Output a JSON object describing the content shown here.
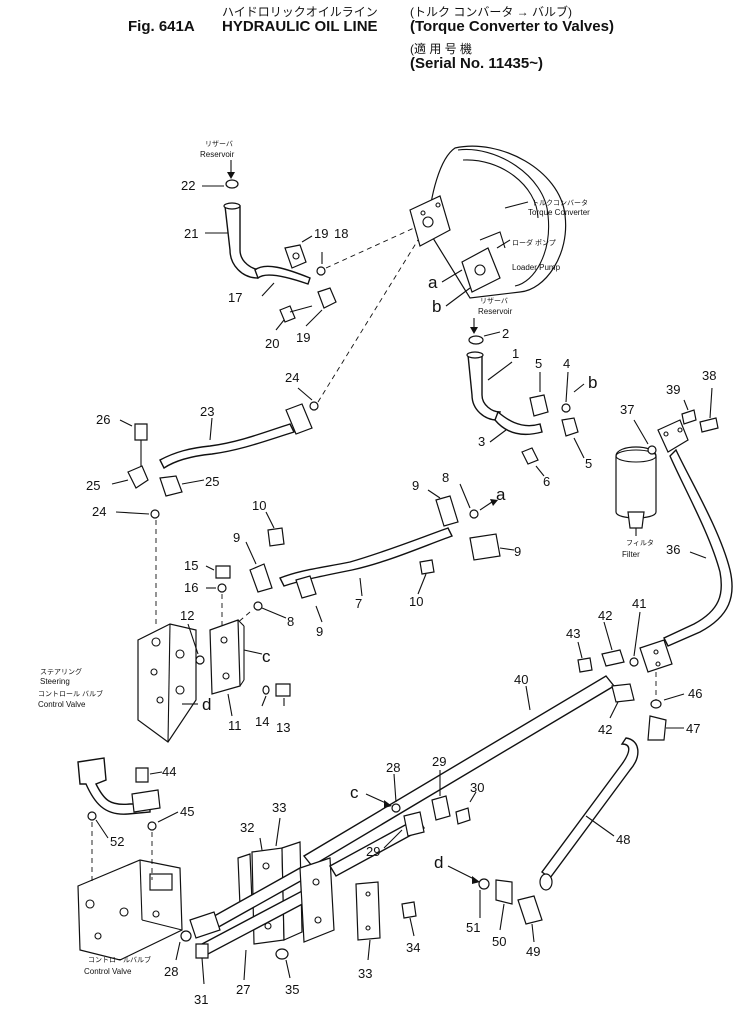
{
  "header": {
    "fig_label": "Fig. 641A",
    "title": "HYDRAULIC OIL LINE",
    "title_jp": "ハイドロリックオイルライン",
    "subtitle_jp": "(トルク コンバータ → バルブ)",
    "subtitle_en": "(Torque Converter to Valves)",
    "serial_jp": "(適 用 号 機",
    "serial_en": "(Serial No. 11435~)"
  },
  "labels": {
    "reservoir_top_jp": "リザーバ",
    "reservoir_top_en": "Reservoir",
    "torque_converter_jp": "トルクコンバータ",
    "torque_converter_en": "Torque Converter",
    "loader_pump_jp": "ローダ ポンプ",
    "loader_pump_en": "Loader Pump",
    "reservoir_mid_jp": "リザーバ",
    "reservoir_mid_en": "Reservoir",
    "filter_jp": "フィルタ",
    "filter_en": "Filter",
    "steering_jp": "ステアリング",
    "steering_en": "Steering",
    "steering_cv_jp": "コントロール バルブ",
    "steering_cv_en": "Control Valve",
    "control_valve_jp": "コントロールバルブ",
    "control_valve_en": "Control Valve"
  },
  "connection_letters": {
    "a": "a",
    "b": "b",
    "c": "c",
    "d": "d"
  },
  "parts": {
    "p1": "1",
    "p2": "2",
    "p3": "3",
    "p4": "4",
    "p5": "5",
    "p6": "6",
    "p7": "7",
    "p8": "8",
    "p9": "9",
    "p10": "10",
    "p11": "11",
    "p12": "12",
    "p13": "13",
    "p14": "14",
    "p15": "15",
    "p16": "16",
    "p17": "17",
    "p18": "18",
    "p19": "19",
    "p20": "20",
    "p21": "21",
    "p22": "22",
    "p23": "23",
    "p24": "24",
    "p25": "25",
    "p26": "26",
    "p27": "27",
    "p28": "28",
    "p29": "29",
    "p30": "30",
    "p31": "31",
    "p32": "32",
    "p33": "33",
    "p34": "34",
    "p35": "35",
    "p36": "36",
    "p37": "37",
    "p38": "38",
    "p39": "39",
    "p40": "40",
    "p41": "41",
    "p42": "42",
    "p43": "43",
    "p44": "44",
    "p45": "45",
    "p46": "46",
    "p47": "47",
    "p48": "48",
    "p49": "49",
    "p50": "50",
    "p51": "51",
    "p52": "52"
  }
}
